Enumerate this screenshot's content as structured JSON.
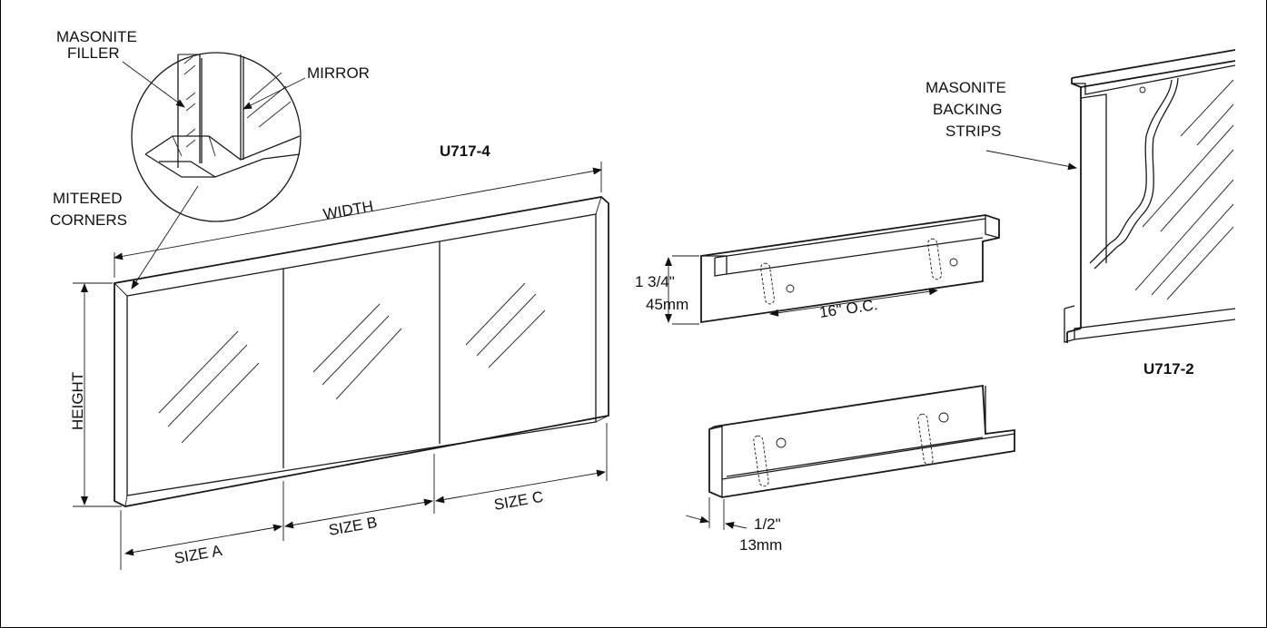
{
  "labels": {
    "masonite_filler": [
      "MASONITE",
      "FILLER"
    ],
    "mirror": "MIRROR",
    "mitered_corners": [
      "MITERED",
      "CORNERS"
    ],
    "model_main": "U717-4",
    "width": "WIDTH",
    "height": "HEIGHT",
    "size_a": "SIZE A",
    "size_b": "SIZE B",
    "size_c": "SIZE C",
    "top_bracket_height": [
      "1 3/4\"",
      "45mm"
    ],
    "top_bracket_spacing": "16\" O.C.",
    "bottom_bracket_depth": [
      "1/2\"",
      "13mm"
    ],
    "masonite_backing": [
      "MASONITE",
      "BACKING",
      "STRIPS"
    ],
    "model_side": "U717-2"
  }
}
